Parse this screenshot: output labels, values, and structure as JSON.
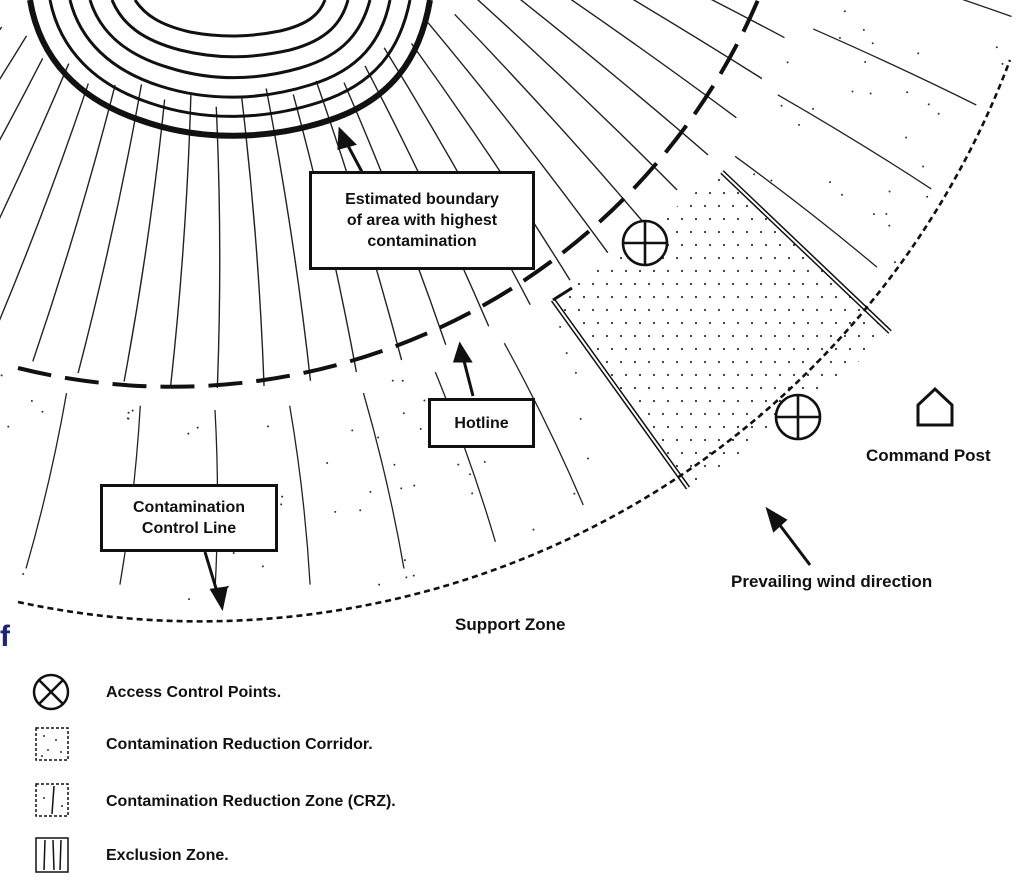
{
  "labels": {
    "boundary_line1": "Estimated boundary",
    "boundary_line2": "of area with highest",
    "boundary_line3": "contamination",
    "hotline": "Hotline",
    "ccl_line1": "Contamination",
    "ccl_line2": "Control Line",
    "command_post": "Command Post",
    "wind": "Prevailing wind direction",
    "support_zone": "Support Zone",
    "edge_fragment": "f"
  },
  "legend": [
    {
      "symbol": "access-control-point",
      "label": "Access Control Points."
    },
    {
      "symbol": "reduction-corridor",
      "label": "Contamination Reduction Corridor."
    },
    {
      "symbol": "reduction-zone",
      "label": "Contamination Reduction Zone (CRZ)."
    },
    {
      "symbol": "exclusion-zone",
      "label": "Exclusion Zone."
    }
  ]
}
